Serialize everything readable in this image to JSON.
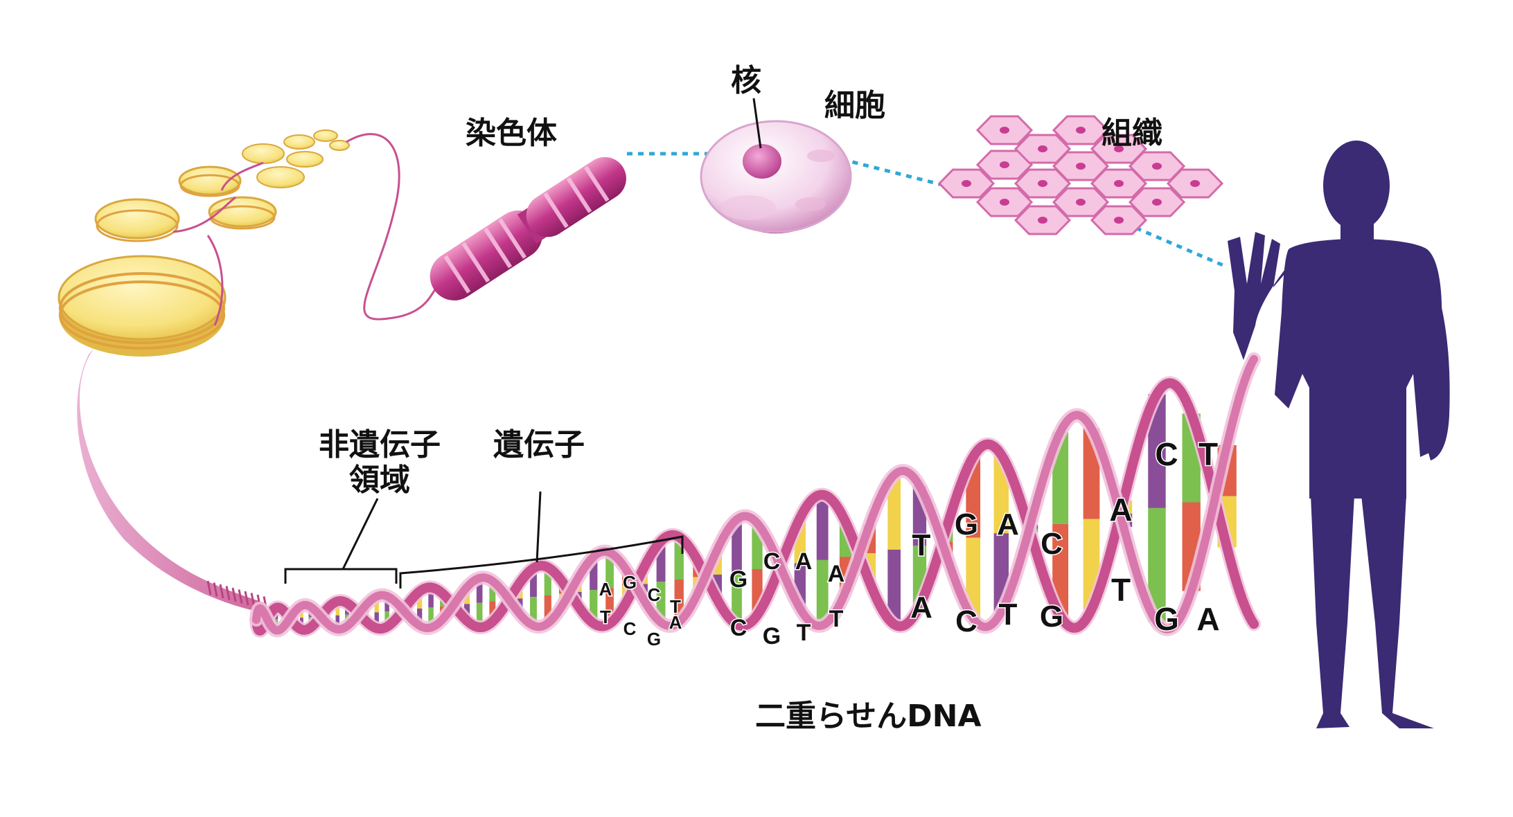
{
  "labels": {
    "chromosome": "染色体",
    "nucleus": "核",
    "cell": "細胞",
    "tissue": "組織",
    "non_gene_region_line1": "非遺伝子",
    "non_gene_region_line2": "領域",
    "gene": "遺伝子",
    "double_helix": "二重らせんDNA"
  },
  "base_pairs": [
    {
      "top": "A",
      "bottom": "T"
    },
    {
      "top": "G",
      "bottom": "C"
    },
    {
      "top": "C",
      "bottom": "G"
    },
    {
      "top": "T",
      "bottom": "A"
    },
    {
      "top": "G",
      "bottom": "C"
    },
    {
      "top": "C",
      "bottom": "G"
    },
    {
      "top": "A",
      "bottom": "T"
    },
    {
      "top": "A",
      "bottom": "T"
    },
    {
      "top": "T",
      "bottom": "A"
    },
    {
      "top": "G",
      "bottom": "C"
    },
    {
      "top": "A",
      "bottom": "T"
    },
    {
      "top": "C",
      "bottom": "G"
    },
    {
      "top": "A",
      "bottom": "T"
    },
    {
      "top": "C",
      "bottom": "G"
    },
    {
      "top": "T",
      "bottom": "A"
    }
  ],
  "colors": {
    "strand": "#c8508f",
    "strand_light": "#f1c3dc",
    "A": "#f2d24a",
    "T": "#8a4e98",
    "G": "#7cc04f",
    "C": "#e0604a",
    "nucleosome": "#f7e27e",
    "human": "#3b2a74",
    "chromosome": "#c2378a",
    "connector": "#2fa8d6"
  }
}
